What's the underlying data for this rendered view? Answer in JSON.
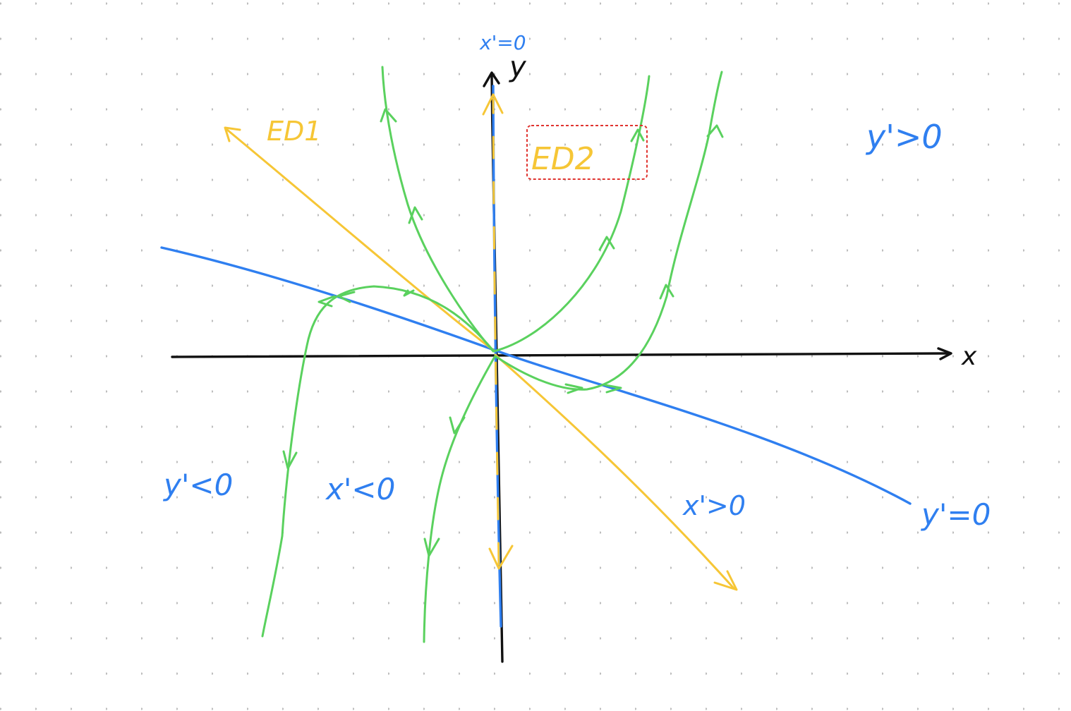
{
  "colors": {
    "axes": "#111111",
    "nullclines": "#2f7ff0",
    "eigendirections": "#f6c636",
    "trajectories": "#5ad15e",
    "highlight_box": "#e0332f",
    "grid_dots": "#b8b8b8"
  },
  "labels": {
    "x_axis": "x",
    "y_axis": "y",
    "x_nullcline": "x'=0",
    "y_nullcline": "y'=0",
    "ed1": "ED1",
    "ed2": "ED2",
    "region_y_pos": "y'>0",
    "region_y_neg": "y'<0",
    "region_x_neg": "x'<0",
    "region_x_pos": "x'>0"
  }
}
